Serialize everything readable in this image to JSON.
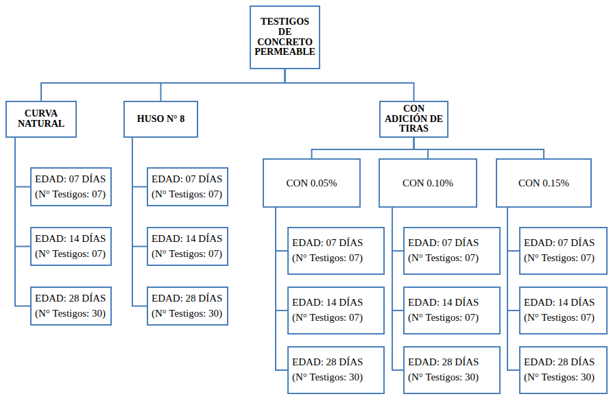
{
  "diagram": {
    "nodes": [
      {
        "text": [
          "TESTIGOS DE CONCRETO PERMEABLE"
        ]
      },
      {
        "text": [
          "CURVA NATURAL"
        ]
      },
      {
        "text": [
          "HUSO N° 8"
        ]
      },
      {
        "text": [
          "CON ADICIÓN DE TIRAS"
        ]
      },
      {
        "text": [
          "CON 0.05%"
        ]
      },
      {
        "text": [
          "CON 0.10%"
        ]
      },
      {
        "text": [
          "CON 0.15%"
        ]
      },
      {
        "text": [
          "EDAD: 07 DÍAS",
          "(N° Testigos: 07)"
        ]
      },
      {
        "text": [
          "EDAD: 14 DÍAS",
          "(N° Testigos: 07)"
        ]
      },
      {
        "text": [
          "EDAD: 28 DÍAS",
          "(N° Testigos: 30)"
        ]
      },
      {
        "text": [
          "EDAD: 07 DÍAS",
          "(N° Testigos: 07)"
        ]
      },
      {
        "text": [
          "EDAD: 14 DÍAS",
          "(N° Testigos: 07)"
        ]
      },
      {
        "text": [
          "EDAD: 28 DÍAS",
          "(N° Testigos: 30)"
        ]
      },
      {
        "text": [
          "EDAD: 07 DÍAS",
          "(N° Testigos: 07)"
        ]
      },
      {
        "text": [
          "EDAD: 14 DÍAS",
          "(N° Testigos: 07)"
        ]
      },
      {
        "text": [
          "EDAD: 28 DÍAS",
          "(N° Testigos: 30)"
        ]
      },
      {
        "text": [
          "EDAD: 07 DÍAS",
          "(N° Testigos: 07)"
        ]
      },
      {
        "text": [
          "EDAD: 14 DÍAS",
          "(N° Testigos: 07)"
        ]
      },
      {
        "text": [
          "EDAD: 28 DÍAS",
          "(N° Testigos: 30)"
        ]
      },
      {
        "text": [
          "EDAD: 07 DÍAS",
          "(N° Testigos: 07)"
        ]
      },
      {
        "text": [
          "EDAD: 14 DÍAS",
          "(N° Testigos: 07)"
        ]
      },
      {
        "text": [
          "EDAD: 28 DÍAS",
          "(N° Testigos: 30)"
        ]
      }
    ],
    "edges": [
      {
        "from": 0,
        "to": 1,
        "arrow": "none"
      },
      {
        "from": 0,
        "to": 2,
        "arrow": "none"
      },
      {
        "from": 0,
        "to": 3,
        "arrow": "none"
      },
      {
        "from": 3,
        "to": 4,
        "arrow": "none"
      },
      {
        "from": 3,
        "to": 5,
        "arrow": "none"
      },
      {
        "from": 3,
        "to": 6,
        "arrow": "none"
      },
      {
        "from": 1,
        "to": 7,
        "arrow": "none"
      },
      {
        "from": 1,
        "to": 8,
        "arrow": "none"
      },
      {
        "from": 1,
        "to": 9,
        "arrow": "none"
      },
      {
        "from": 2,
        "to": 10,
        "arrow": "none"
      },
      {
        "from": 2,
        "to": 11,
        "arrow": "none"
      },
      {
        "from": 2,
        "to": 12,
        "arrow": "none"
      },
      {
        "from": 4,
        "to": 13,
        "arrow": "none"
      },
      {
        "from": 4,
        "to": 14,
        "arrow": "none"
      },
      {
        "from": 4,
        "to": 15,
        "arrow": "none"
      },
      {
        "from": 5,
        "to": 16,
        "arrow": "none"
      },
      {
        "from": 5,
        "to": 17,
        "arrow": "none"
      },
      {
        "from": 5,
        "to": 18,
        "arrow": "none"
      },
      {
        "from": 6,
        "to": 19,
        "arrow": "none"
      },
      {
        "from": 6,
        "to": 20,
        "arrow": "none"
      },
      {
        "from": 6,
        "to": 21,
        "arrow": "none"
      }
    ]
  }
}
